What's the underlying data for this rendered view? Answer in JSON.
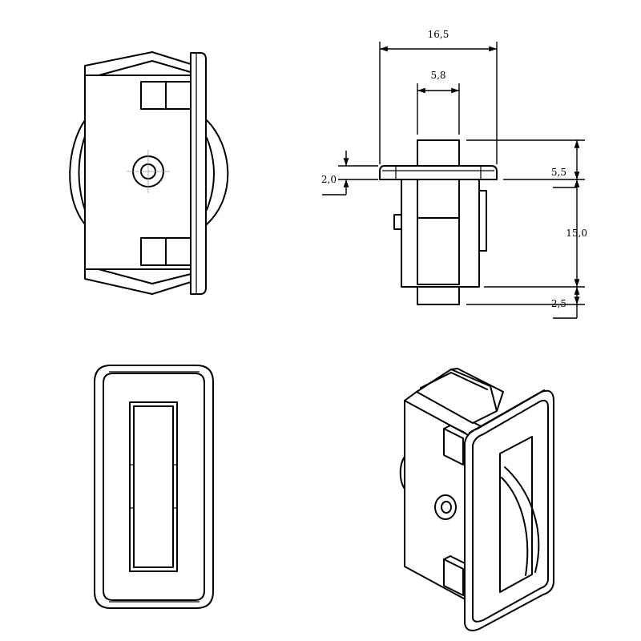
{
  "views": [
    "side-view",
    "front-dimensioned-view",
    "top-view",
    "isometric-view"
  ],
  "dimensions": {
    "overall_width": "16,5",
    "button_width": "5,8",
    "flange_thickness": "2,0",
    "flange_to_button_top": "5,5",
    "body_height": "15,0",
    "button_below_body": "2,5"
  },
  "colors": {
    "line": "#000000",
    "background": "#ffffff"
  }
}
